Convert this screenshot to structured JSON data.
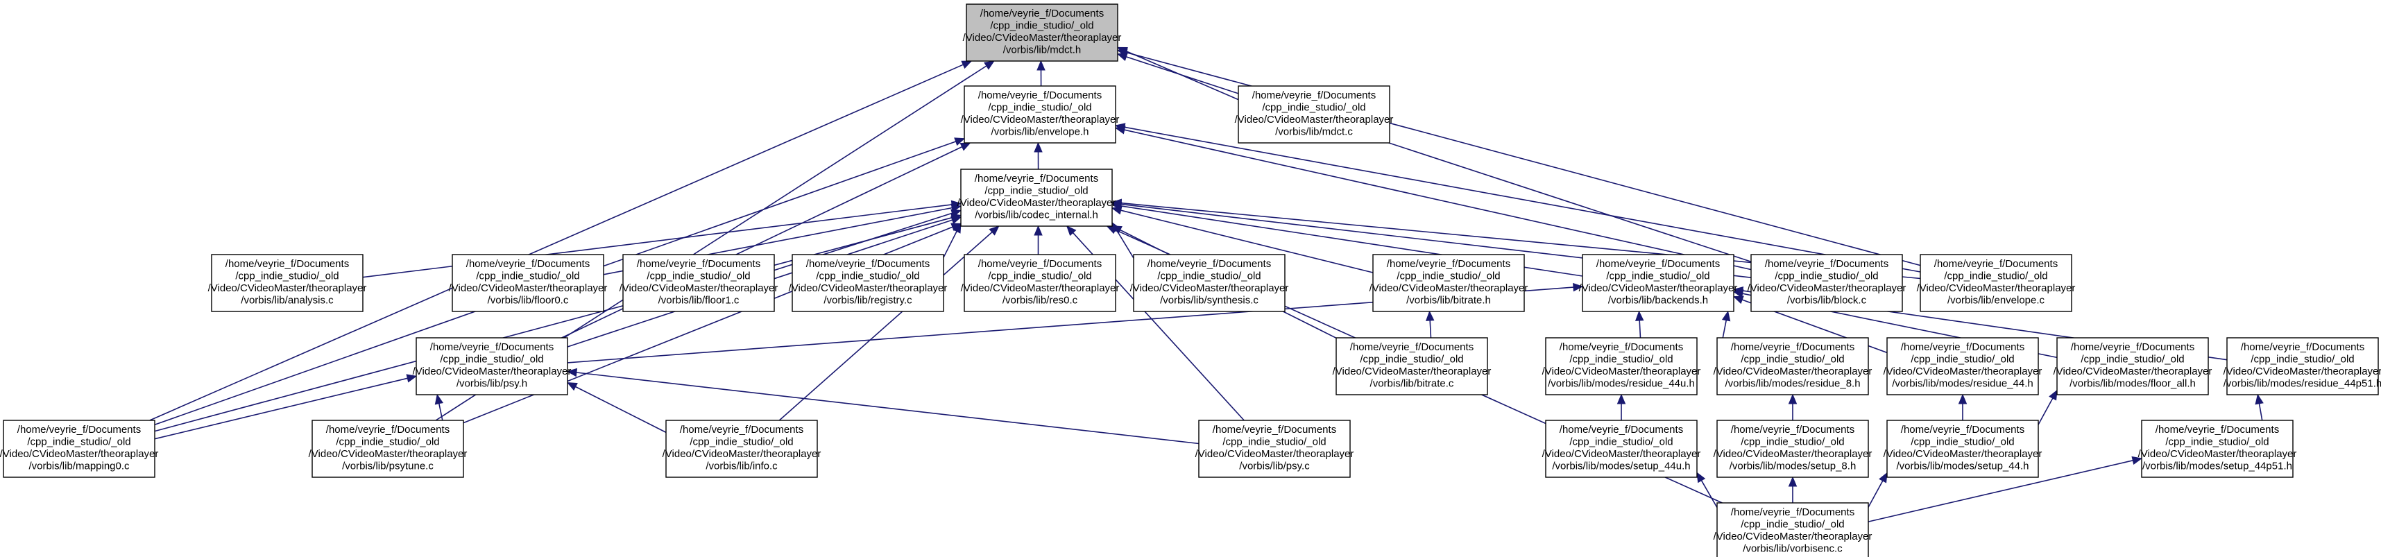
{
  "colors": {
    "edge": "#191970",
    "node_border": "#000000",
    "highlight_fill": "#bfbfbf",
    "node_fill": "#ffffff"
  },
  "nodes": [
    {
      "id": "mdct_h",
      "highlight": true,
      "lines": [
        "/home/veyrie_f/Documents",
        "/cpp_indie_studio/_old",
        "/Video/CVideoMaster/theoraplayer",
        "/vorbis/lib/mdct.h"
      ]
    },
    {
      "id": "envelope_h",
      "lines": [
        "/home/veyrie_f/Documents",
        "/cpp_indie_studio/_old",
        "/Video/CVideoMaster/theoraplayer",
        "/vorbis/lib/envelope.h"
      ]
    },
    {
      "id": "mdct_c",
      "lines": [
        "/home/veyrie_f/Documents",
        "/cpp_indie_studio/_old",
        "/Video/CVideoMaster/theoraplayer",
        "/vorbis/lib/mdct.c"
      ]
    },
    {
      "id": "codec_internal_h",
      "lines": [
        "/home/veyrie_f/Documents",
        "/cpp_indie_studio/_old",
        "/Video/CVideoMaster/theoraplayer",
        "/vorbis/lib/codec_internal.h"
      ]
    },
    {
      "id": "analysis_c",
      "lines": [
        "/home/veyrie_f/Documents",
        "/cpp_indie_studio/_old",
        "/Video/CVideoMaster/theoraplayer",
        "/vorbis/lib/analysis.c"
      ]
    },
    {
      "id": "floor0_c",
      "lines": [
        "/home/veyrie_f/Documents",
        "/cpp_indie_studio/_old",
        "/Video/CVideoMaster/theoraplayer",
        "/vorbis/lib/floor0.c"
      ]
    },
    {
      "id": "floor1_c",
      "lines": [
        "/home/veyrie_f/Documents",
        "/cpp_indie_studio/_old",
        "/Video/CVideoMaster/theoraplayer",
        "/vorbis/lib/floor1.c"
      ]
    },
    {
      "id": "registry_c",
      "lines": [
        "/home/veyrie_f/Documents",
        "/cpp_indie_studio/_old",
        "/Video/CVideoMaster/theoraplayer",
        "/vorbis/lib/registry.c"
      ]
    },
    {
      "id": "res0_c",
      "lines": [
        "/home/veyrie_f/Documents",
        "/cpp_indie_studio/_old",
        "/Video/CVideoMaster/theoraplayer",
        "/vorbis/lib/res0.c"
      ]
    },
    {
      "id": "synthesis_c",
      "lines": [
        "/home/veyrie_f/Documents",
        "/cpp_indie_studio/_old",
        "/Video/CVideoMaster/theoraplayer",
        "/vorbis/lib/synthesis.c"
      ]
    },
    {
      "id": "bitrate_h",
      "lines": [
        "/home/veyrie_f/Documents",
        "/cpp_indie_studio/_old",
        "/Video/CVideoMaster/theoraplayer",
        "/vorbis/lib/bitrate.h"
      ]
    },
    {
      "id": "backends_h",
      "lines": [
        "/home/veyrie_f/Documents",
        "/cpp_indie_studio/_old",
        "/Video/CVideoMaster/theoraplayer",
        "/vorbis/lib/backends.h"
      ]
    },
    {
      "id": "block_c",
      "lines": [
        "/home/veyrie_f/Documents",
        "/cpp_indie_studio/_old",
        "/Video/CVideoMaster/theoraplayer",
        "/vorbis/lib/block.c"
      ]
    },
    {
      "id": "envelope_c",
      "lines": [
        "/home/veyrie_f/Documents",
        "/cpp_indie_studio/_old",
        "/Video/CVideoMaster/theoraplayer",
        "/vorbis/lib/envelope.c"
      ]
    },
    {
      "id": "psy_h",
      "lines": [
        "/home/veyrie_f/Documents",
        "/cpp_indie_studio/_old",
        "/Video/CVideoMaster/theoraplayer",
        "/vorbis/lib/psy.h"
      ]
    },
    {
      "id": "bitrate_c",
      "lines": [
        "/home/veyrie_f/Documents",
        "/cpp_indie_studio/_old",
        "/Video/CVideoMaster/theoraplayer",
        "/vorbis/lib/bitrate.c"
      ]
    },
    {
      "id": "residue_44u_h",
      "lines": [
        "/home/veyrie_f/Documents",
        "/cpp_indie_studio/_old",
        "/Video/CVideoMaster/theoraplayer",
        "/vorbis/lib/modes/residue_44u.h"
      ]
    },
    {
      "id": "residue_8_h",
      "lines": [
        "/home/veyrie_f/Documents",
        "/cpp_indie_studio/_old",
        "/Video/CVideoMaster/theoraplayer",
        "/vorbis/lib/modes/residue_8.h"
      ]
    },
    {
      "id": "residue_44_h",
      "lines": [
        "/home/veyrie_f/Documents",
        "/cpp_indie_studio/_old",
        "/Video/CVideoMaster/theoraplayer",
        "/vorbis/lib/modes/residue_44.h"
      ]
    },
    {
      "id": "floor_all_h",
      "lines": [
        "/home/veyrie_f/Documents",
        "/cpp_indie_studio/_old",
        "/Video/CVideoMaster/theoraplayer",
        "/vorbis/lib/modes/floor_all.h"
      ]
    },
    {
      "id": "residue_44p51_h",
      "lines": [
        "/home/veyrie_f/Documents",
        "/cpp_indie_studio/_old",
        "/Video/CVideoMaster/theoraplayer",
        "/vorbis/lib/modes/residue_44p51.h"
      ]
    },
    {
      "id": "mapping0_c",
      "lines": [
        "/home/veyrie_f/Documents",
        "/cpp_indie_studio/_old",
        "/Video/CVideoMaster/theoraplayer",
        "/vorbis/lib/mapping0.c"
      ]
    },
    {
      "id": "psytune_c",
      "lines": [
        "/home/veyrie_f/Documents",
        "/cpp_indie_studio/_old",
        "/Video/CVideoMaster/theoraplayer",
        "/vorbis/lib/psytune.c"
      ]
    },
    {
      "id": "info_c",
      "lines": [
        "/home/veyrie_f/Documents",
        "/cpp_indie_studio/_old",
        "/Video/CVideoMaster/theoraplayer",
        "/vorbis/lib/info.c"
      ]
    },
    {
      "id": "psy_c",
      "lines": [
        "/home/veyrie_f/Documents",
        "/cpp_indie_studio/_old",
        "/Video/CVideoMaster/theoraplayer",
        "/vorbis/lib/psy.c"
      ]
    },
    {
      "id": "setup_44u_h",
      "lines": [
        "/home/veyrie_f/Documents",
        "/cpp_indie_studio/_old",
        "/Video/CVideoMaster/theoraplayer",
        "/vorbis/lib/modes/setup_44u.h"
      ]
    },
    {
      "id": "setup_8_h",
      "lines": [
        "/home/veyrie_f/Documents",
        "/cpp_indie_studio/_old",
        "/Video/CVideoMaster/theoraplayer",
        "/vorbis/lib/modes/setup_8.h"
      ]
    },
    {
      "id": "setup_44_h",
      "lines": [
        "/home/veyrie_f/Documents",
        "/cpp_indie_studio/_old",
        "/Video/CVideoMaster/theoraplayer",
        "/vorbis/lib/modes/setup_44.h"
      ]
    },
    {
      "id": "setup_44p51_h",
      "lines": [
        "/home/veyrie_f/Documents",
        "/cpp_indie_studio/_old",
        "/Video/CVideoMaster/theoraplayer",
        "/vorbis/lib/modes/setup_44p51.h"
      ]
    },
    {
      "id": "vorbisenc_c",
      "lines": [
        "/home/veyrie_f/Documents",
        "/cpp_indie_studio/_old",
        "/Video/CVideoMaster/theoraplayer",
        "/vorbis/lib/vorbisenc.c"
      ]
    }
  ],
  "edges": [
    [
      "envelope_h",
      "mdct_h"
    ],
    [
      "mdct_c",
      "mdct_h"
    ],
    [
      "codec_internal_h",
      "envelope_h"
    ],
    [
      "block_c",
      "mdct_h"
    ],
    [
      "envelope_c",
      "mdct_h"
    ],
    [
      "mapping0_c",
      "mdct_h"
    ],
    [
      "psytune_c",
      "mdct_h"
    ],
    [
      "block_c",
      "envelope_h"
    ],
    [
      "envelope_c",
      "envelope_h"
    ],
    [
      "psy_h",
      "envelope_h"
    ],
    [
      "mapping0_c",
      "envelope_h"
    ],
    [
      "analysis_c",
      "codec_internal_h"
    ],
    [
      "floor0_c",
      "codec_internal_h"
    ],
    [
      "floor1_c",
      "codec_internal_h"
    ],
    [
      "registry_c",
      "codec_internal_h"
    ],
    [
      "res0_c",
      "codec_internal_h"
    ],
    [
      "synthesis_c",
      "codec_internal_h"
    ],
    [
      "bitrate_h",
      "codec_internal_h"
    ],
    [
      "backends_h",
      "codec_internal_h"
    ],
    [
      "block_c",
      "codec_internal_h"
    ],
    [
      "envelope_c",
      "codec_internal_h"
    ],
    [
      "psy_h",
      "codec_internal_h"
    ],
    [
      "bitrate_c",
      "codec_internal_h"
    ],
    [
      "mapping0_c",
      "codec_internal_h"
    ],
    [
      "psytune_c",
      "codec_internal_h"
    ],
    [
      "info_c",
      "codec_internal_h"
    ],
    [
      "psy_c",
      "codec_internal_h"
    ],
    [
      "vorbisenc_c",
      "codec_internal_h"
    ],
    [
      "bitrate_c",
      "bitrate_h"
    ],
    [
      "psy_h",
      "backends_h"
    ],
    [
      "residue_44u_h",
      "backends_h"
    ],
    [
      "residue_8_h",
      "backends_h"
    ],
    [
      "residue_44_h",
      "backends_h"
    ],
    [
      "floor_all_h",
      "backends_h"
    ],
    [
      "residue_44p51_h",
      "backends_h"
    ],
    [
      "mapping0_c",
      "psy_h"
    ],
    [
      "psytune_c",
      "psy_h"
    ],
    [
      "info_c",
      "psy_h"
    ],
    [
      "psy_c",
      "psy_h"
    ],
    [
      "setup_44u_h",
      "residue_44u_h"
    ],
    [
      "setup_8_h",
      "residue_8_h"
    ],
    [
      "setup_44_h",
      "residue_44_h"
    ],
    [
      "setup_44_h",
      "floor_all_h"
    ],
    [
      "setup_44p51_h",
      "residue_44p51_h"
    ],
    [
      "vorbisenc_c",
      "setup_44u_h"
    ],
    [
      "vorbisenc_c",
      "setup_8_h"
    ],
    [
      "vorbisenc_c",
      "setup_44_h"
    ],
    [
      "vorbisenc_c",
      "setup_44p51_h"
    ]
  ]
}
